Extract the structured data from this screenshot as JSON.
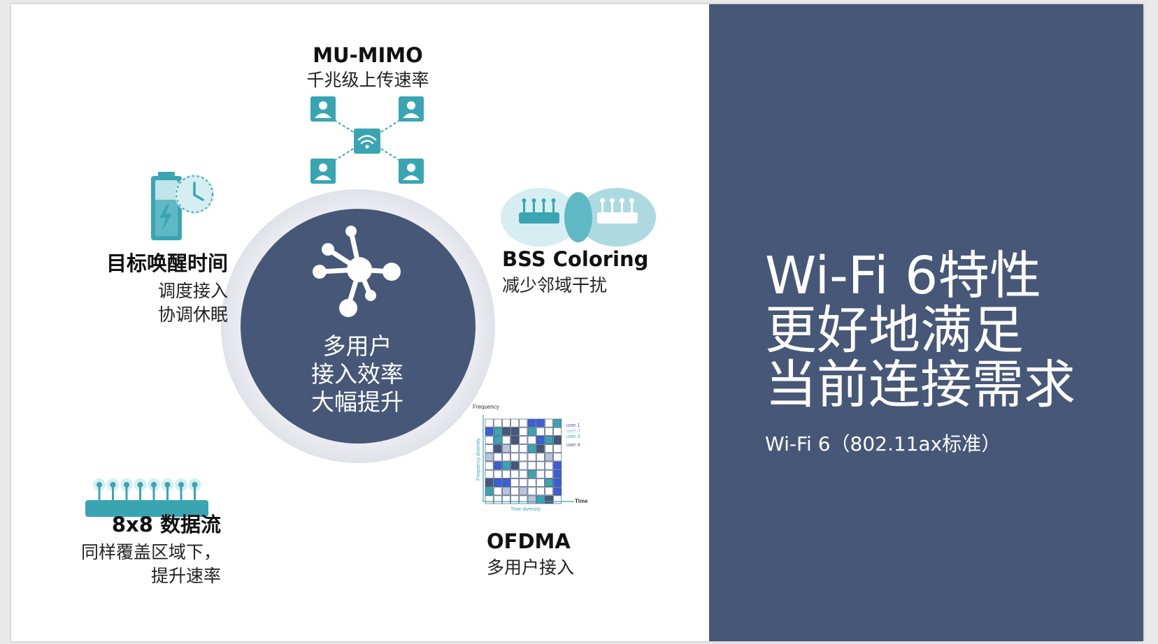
{
  "center": {
    "lines": [
      "多用户",
      "接入效率",
      "大幅提升"
    ]
  },
  "features": {
    "mumimo": {
      "title": "MU-MIMO",
      "desc": "千兆级上传速率"
    },
    "twt": {
      "title": "目标唤醒时间",
      "desc_lines": [
        "调度接入",
        "协调休眠"
      ]
    },
    "bss": {
      "title": "BSS Coloring",
      "desc": "减少邻域干扰"
    },
    "streams": {
      "title": "8x8 数据流",
      "desc_lines": [
        "同样覆盖区域下，",
        "提升速率"
      ]
    },
    "ofdma": {
      "title": "OFDMA",
      "desc": "多用户接入"
    }
  },
  "ofdma_chart": {
    "y_label": "Frequency",
    "y_axis_title": "Frequency diversity",
    "x_label": "Time",
    "x_axis_title": "Time diversity",
    "legend": [
      "user 1",
      "user 2",
      "user 3",
      "user 4"
    ]
  },
  "right_panel": {
    "title_lines": [
      "Wi-Fi 6特性",
      "更好地满足",
      "当前连接需求"
    ],
    "subtitle": "Wi-Fi 6（802.11ax标准）"
  },
  "colors": {
    "panel": "#465777",
    "accent_teal": "#3aa5b2",
    "light_teal": "#d6eef2",
    "circle_dark": "#465777",
    "circle_ring": "#e3e6ec"
  }
}
